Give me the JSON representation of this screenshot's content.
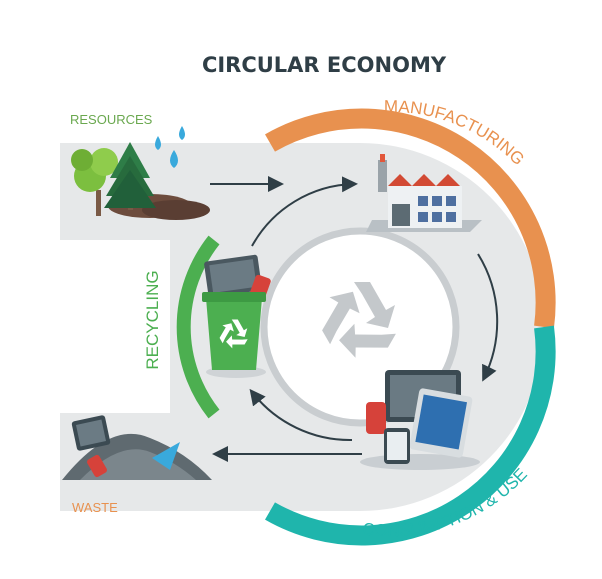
{
  "title": "CIRCULAR ECONOMY",
  "stages": {
    "resources": "RESOURCES",
    "manufacturing": "MANUFACTURING",
    "consumption": "CONSUMPTION & USE",
    "recycling": "RECYCLING",
    "waste": "WASTE"
  },
  "colors": {
    "title": "#2f3e46",
    "resources_label": "#6aa84f",
    "manufacturing": "#e8914f",
    "consumption": "#1fb5ac",
    "recycling": "#4caf50",
    "waste_label": "#e8914f",
    "arrow": "#2f3e46",
    "band": "#e6e8e9",
    "inner_ring": "#c9cdd0",
    "recycle_symbol": "#c4c8cb"
  },
  "icons": {
    "resources": "tree-water-icon",
    "manufacturing": "factory-icon",
    "consumption": "devices-icon",
    "recycling": "recycle-bin-icon",
    "waste": "waste-pile-icon",
    "center": "recycle-symbol-icon"
  }
}
